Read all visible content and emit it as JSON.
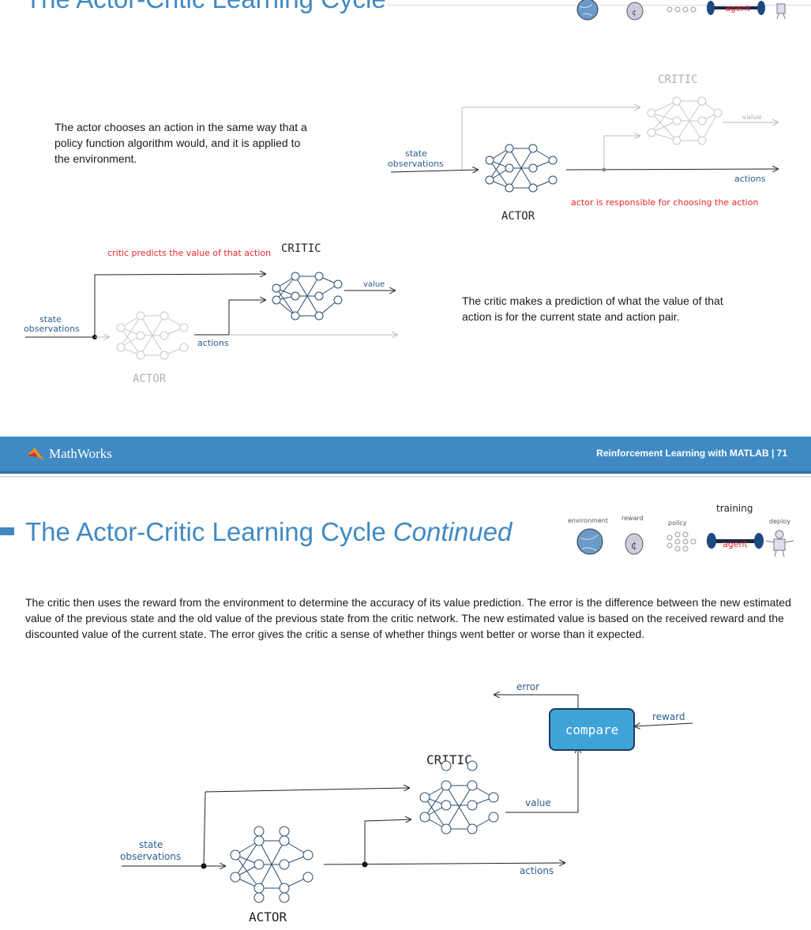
{
  "top_slide": {
    "title_partial": "The Actor-Critic Learning Cycle",
    "text1": "The actor chooses an action in the same way that a policy function algorithm would, and it is applied to the environment.",
    "text2": "The critic makes a prediction of what the value of that action is for the current state and action pair.",
    "diagram1": {
      "critic": "CRITIC",
      "actor": "ACTOR",
      "state_line1": "state",
      "state_line2": "observations",
      "value": "value",
      "actions": "actions",
      "annotation": "actor is responsible for choosing the action"
    },
    "diagram2": {
      "critic": "CRITIC",
      "actor": "ACTOR",
      "state_line1": "state",
      "state_line2": "observations",
      "value": "value",
      "actions": "actions",
      "annotation": "critic predicts the value of that action"
    },
    "header_icons": {
      "agent_label": "agent"
    }
  },
  "footer": {
    "logo_text": "MathWorks",
    "right_text": "Reinforcement Learning with MATLAB | 71"
  },
  "bottom_slide": {
    "title_main": "The Actor-Critic Learning Cycle",
    "title_italic": "Continued",
    "icons": {
      "environment": "environment",
      "reward": "reward",
      "policy": "policy",
      "training": "training",
      "deploy": "deploy",
      "agent": "agent"
    },
    "paragraph": "The critic then uses the reward from the environment to determine the accuracy of its value prediction. The error is the difference between the new estimated value of the previous state and the old value of the previous state from the critic network. The new estimated value is based on the received reward and the discounted value of the current state. The error gives the critic a sense of whether things went better or worse than it expected.",
    "diagram": {
      "error": "error",
      "compare": "compare",
      "reward": "reward",
      "critic": "CRITIC",
      "value": "value",
      "state_line1": "state",
      "state_line2": "observations",
      "actions": "actions",
      "actor": "ACTOR"
    }
  },
  "colors": {
    "brand_blue": "#3f8ac3",
    "compare_blue": "#3ea4d8",
    "annotation_red": "#e8262b",
    "label_blue": "#2a5d8f"
  }
}
